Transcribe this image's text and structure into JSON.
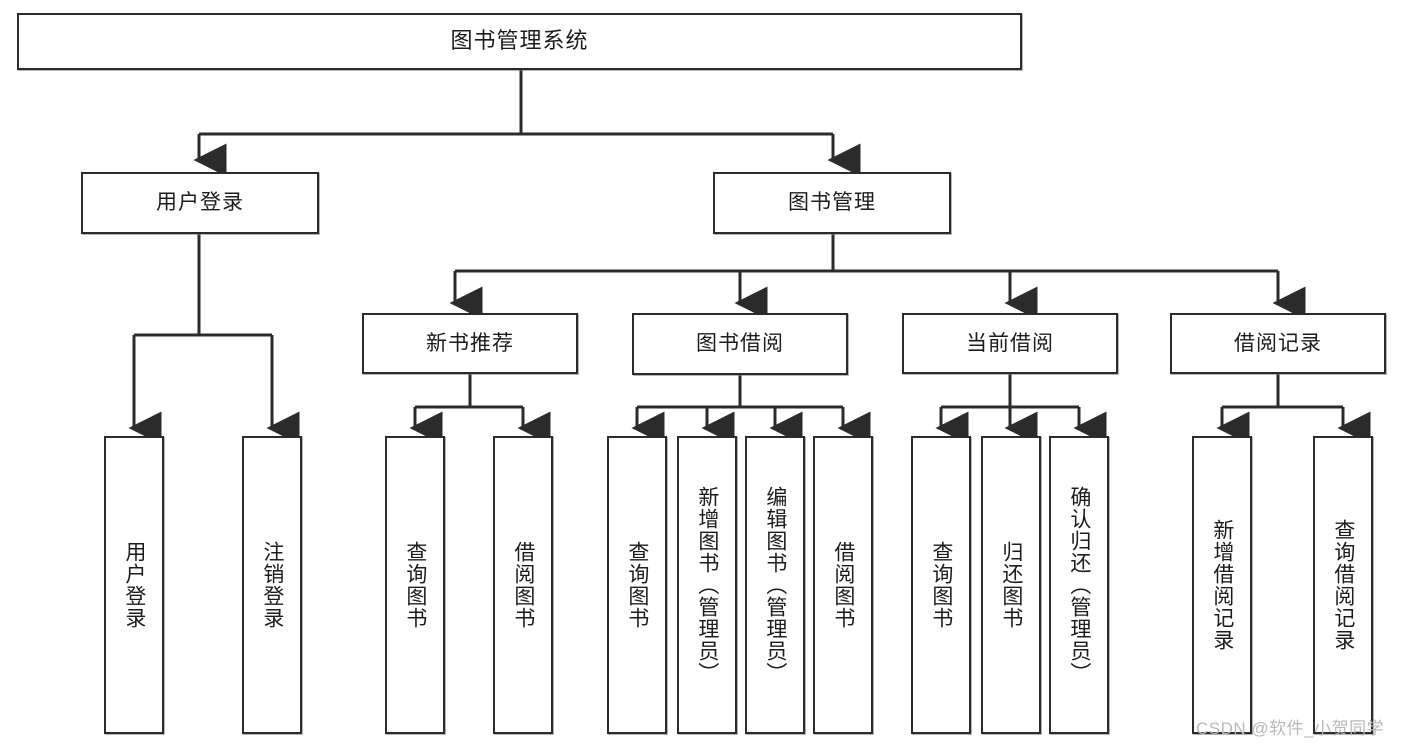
{
  "diagram": {
    "title": "图书管理系统",
    "type": "tree-hierarchy-chart",
    "watermark": "CSDN @软件_小贺同学",
    "colors": {
      "box_border": "#2b2b2b",
      "box_fill": "#ffffff",
      "connector": "#2b2b2b",
      "text": "#1c1c1c",
      "watermark": "#b9b9b9"
    },
    "nodes": {
      "root": {
        "label": "图书管理系统"
      },
      "level2": [
        {
          "label": "用户登录"
        },
        {
          "label": "图书管理"
        }
      ],
      "level3": [
        {
          "label": "新书推荐"
        },
        {
          "label": "图书借阅"
        },
        {
          "label": "当前借阅"
        },
        {
          "label": "借阅记录"
        }
      ],
      "leaves": [
        {
          "label": "用户登录"
        },
        {
          "label": "注销登录"
        },
        {
          "label": "查询图书"
        },
        {
          "label": "借阅图书"
        },
        {
          "label": "查询图书"
        },
        {
          "label": "新增图书（管理员）"
        },
        {
          "label": "编辑图书（管理员）"
        },
        {
          "label": "借阅图书"
        },
        {
          "label": "查询图书"
        },
        {
          "label": "归还图书"
        },
        {
          "label": "确认归还（管理员）"
        },
        {
          "label": "新增借阅记录"
        },
        {
          "label": "查询借阅记录"
        }
      ]
    }
  }
}
